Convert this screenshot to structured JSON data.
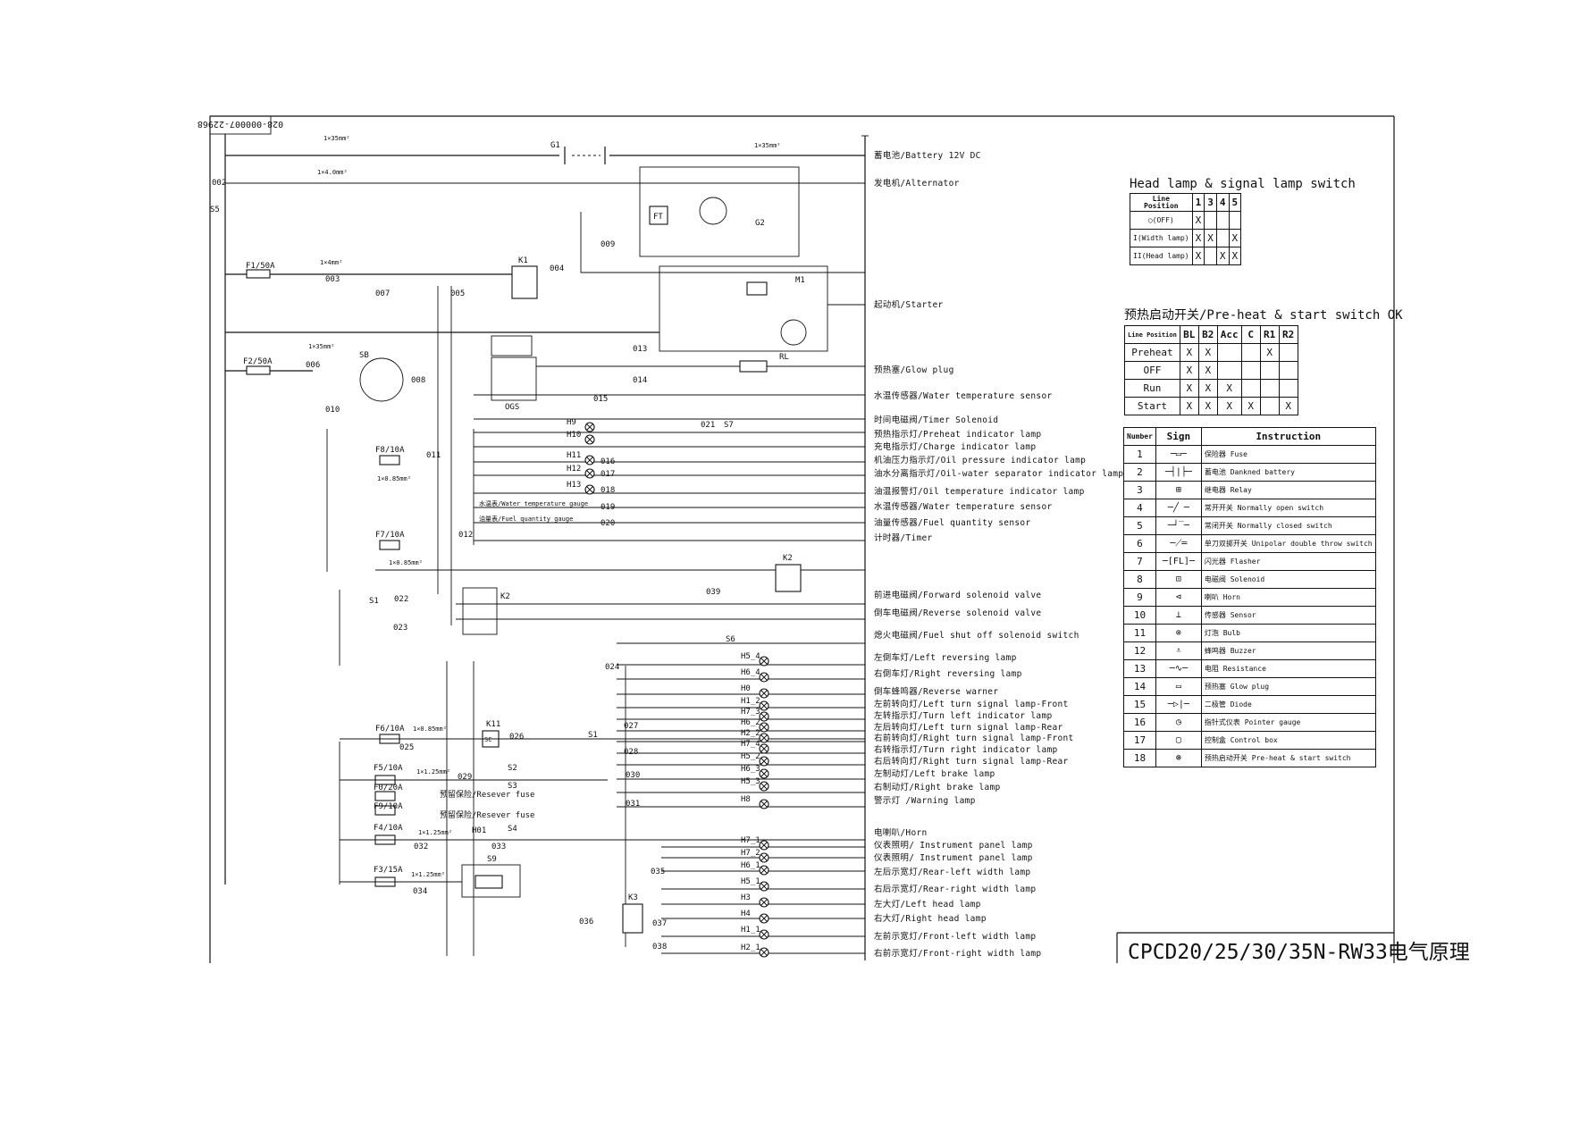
{
  "drawing": {
    "ref_number": "028-000007-22968",
    "title_block": "CPCD20/25/30/35N-RW33电气原理"
  },
  "components": {
    "battery": "G1",
    "alternator": "G2",
    "flasher_relay": "FT",
    "relay_k1": "K1",
    "starter_motor": "M1",
    "glow_plug": "RL",
    "key_switch": "SB",
    "switch_s5": "S5",
    "ogs": "OGS",
    "relay_k2": "K2",
    "relay_k3": "K3",
    "switch_s1": "S1",
    "switch_s2": "S2",
    "switch_s3": "S3",
    "switch_s4": "S4",
    "switch_s6": "S6",
    "switch_s7": "S7",
    "switch_s9": "S9",
    "horn": "H01",
    "k11": "K11",
    "sc": "SC"
  },
  "fuses": [
    {
      "id": "F1/50A"
    },
    {
      "id": "F2/50A"
    },
    {
      "id": "F8/10A"
    },
    {
      "id": "F7/10A"
    },
    {
      "id": "F6/10A"
    },
    {
      "id": "F5/10A"
    },
    {
      "id": "F0/20A"
    },
    {
      "id": "F9/10A"
    },
    {
      "id": "F4/10A"
    },
    {
      "id": "F3/15A"
    }
  ],
  "wire_specs": [
    "1×35mm²",
    "1×4.0mm²",
    "1×4mm²",
    "1×35mm²",
    "1×0.85mm²",
    "1×0.85mm²",
    "1×0.85mm²",
    "1×1.25mm²",
    "1×1.25mm²",
    "1×1.25mm²",
    "1×35mm²"
  ],
  "wires": [
    "002",
    "003",
    "004",
    "005",
    "006",
    "007",
    "008",
    "009",
    "010",
    "011",
    "012",
    "013",
    "014",
    "015",
    "016",
    "017",
    "018",
    "019",
    "020",
    "021",
    "022",
    "023",
    "024",
    "025",
    "026",
    "027",
    "028",
    "029",
    "030",
    "031",
    "032",
    "033",
    "034",
    "035",
    "036",
    "037",
    "038",
    "039"
  ],
  "loads": [
    {
      "label": "蓄电池/Battery 12V DC"
    },
    {
      "label": "发电机/Alternator"
    },
    {
      "label": "起动机/Starter"
    },
    {
      "label": "预热塞/Glow plug"
    },
    {
      "label": "水温传感器/Water temperature sensor"
    },
    {
      "label": "时间电磁阀/Timer Solenoid"
    },
    {
      "label": "预热指示灯/Preheat indicator lamp"
    },
    {
      "label": "充电指示灯/Charge indicator lamp"
    },
    {
      "label": "机油压力指示灯/Oil pressure indicator lamp"
    },
    {
      "label": "油水分离指示灯/Oil-water separator indicator lamp"
    },
    {
      "label": "油温报警灯/Oil temperature indicator lamp"
    },
    {
      "label": "水温传感器/Water temperature sensor"
    },
    {
      "label": "油量传感器/Fuel quantity sensor"
    },
    {
      "label": "计时器/Timer"
    },
    {
      "label": "前进电磁阀/Forward solenoid valve"
    },
    {
      "label": "倒车电磁阀/Reverse solenoid valve"
    },
    {
      "label": "熄火电磁阀/Fuel shut off solenoid switch"
    },
    {
      "label": "左倒车灯/Left reversing lamp"
    },
    {
      "label": "右倒车灯/Right reversing lamp"
    },
    {
      "label": "倒车蜂鸣器/Reverse warner"
    },
    {
      "label": "左前转向灯/Left turn signal lamp-Front"
    },
    {
      "label": "左转指示灯/Turn left indicator lamp"
    },
    {
      "label": "左后转向灯/Left turn signal lamp-Rear"
    },
    {
      "label": "右前转向灯/Right turn signal lamp-Front"
    },
    {
      "label": "右转指示灯/Turn right indicator lamp"
    },
    {
      "label": "右后转向灯/Right turn signal lamp-Rear"
    },
    {
      "label": "左制动灯/Left brake lamp"
    },
    {
      "label": "右制动灯/Right brake lamp"
    },
    {
      "label": "警示灯 /Warning  lamp"
    },
    {
      "label": "电喇叭/Horn"
    },
    {
      "label": "仪表照明/ Instrument panel lamp"
    },
    {
      "label": "仪表照明/ Instrument panel lamp"
    },
    {
      "label": "左后示宽灯/Rear-left width lamp"
    },
    {
      "label": "右后示宽灯/Rear-right width lamp"
    },
    {
      "label": "左大灯/Left head lamp"
    },
    {
      "label": "右大灯/Right head lamp"
    },
    {
      "label": "左前示宽灯/Front-left width lamp"
    },
    {
      "label": "右前示宽灯/Front-right width lamp"
    }
  ],
  "gauge_labels": [
    "水温表/Water temperature gauge",
    "油量表/Fuel quantity gauge"
  ],
  "reserve_fuses": [
    "预留保险/Resever fuse",
    "预留保险/Resever fuse"
  ],
  "lamps": [
    "H9",
    "H10",
    "H11",
    "H12",
    "H13",
    "H5_4",
    "H6_4",
    "H0",
    "H1_2",
    "H7_3",
    "H6_2",
    "H2_2",
    "H7_4",
    "H5_2",
    "H6_3",
    "H5_3",
    "H8",
    "H7_1",
    "H7_2",
    "H6_1",
    "H5_1",
    "H3",
    "H4",
    "H1_1",
    "H2_1"
  ],
  "headlamp_switch_table": {
    "title": "Head lamp & signal lamp switch",
    "header_corner_top": "Line",
    "header_corner_bottom": "Position",
    "columns": [
      "1",
      "3",
      "4",
      "5"
    ],
    "rows": [
      {
        "pos": "○(OFF)",
        "cells": [
          "X",
          "",
          "",
          ""
        ]
      },
      {
        "pos": "I(Width lamp)",
        "cells": [
          "X",
          "X",
          "",
          "X"
        ]
      },
      {
        "pos": "II(Head lamp)",
        "cells": [
          "X",
          "",
          "X",
          "X"
        ]
      }
    ]
  },
  "preheat_switch_table": {
    "title": "预热启动开关/Pre-heat & start switch  OK",
    "header_corner": "Line Position",
    "columns": [
      "BL",
      "B2",
      "Acc",
      "C",
      "R1",
      "R2"
    ],
    "rows": [
      {
        "pos": "Preheat",
        "cells": [
          "X",
          "X",
          "",
          "",
          "X",
          ""
        ]
      },
      {
        "pos": "OFF",
        "cells": [
          "X",
          "X",
          "",
          "",
          "",
          ""
        ]
      },
      {
        "pos": "Run",
        "cells": [
          "X",
          "X",
          "X",
          "",
          "",
          ""
        ]
      },
      {
        "pos": "Start",
        "cells": [
          "X",
          "X",
          "X",
          "X",
          "",
          "X"
        ]
      }
    ]
  },
  "legend_table": {
    "headers": [
      "Number",
      "Sign",
      "Instruction"
    ],
    "rows": [
      {
        "num": "1",
        "sign": "fuse-symbol",
        "text": "保险器  Fuse"
      },
      {
        "num": "2",
        "sign": "battery-symbol",
        "text": "蓄电池  Dankned battery"
      },
      {
        "num": "3",
        "sign": "relay-symbol",
        "text": "继电器  Relay"
      },
      {
        "num": "4",
        "sign": "normally-open-symbol",
        "text": "常开开关  Normally open switch"
      },
      {
        "num": "5",
        "sign": "normally-closed-symbol",
        "text": "常闭开关  Normally closed switch"
      },
      {
        "num": "6",
        "sign": "single-double-switch-symbol",
        "text": "单刀双掷开关  Unipolar double throw switch"
      },
      {
        "num": "7",
        "sign": "flasher-symbol",
        "text": "闪光器  Flasher"
      },
      {
        "num": "8",
        "sign": "solenoid-symbol",
        "text": "电磁阀  Solenoid"
      },
      {
        "num": "9",
        "sign": "horn-symbol",
        "text": "喇叭  Horn"
      },
      {
        "num": "10",
        "sign": "sensor-symbol",
        "text": "传感器  Sensor"
      },
      {
        "num": "11",
        "sign": "bulb-symbol",
        "text": "灯泡  Bulb"
      },
      {
        "num": "12",
        "sign": "buzzer-symbol",
        "text": "蜂鸣器  Buzzer"
      },
      {
        "num": "13",
        "sign": "resistance-symbol",
        "text": "电阻  Resistance"
      },
      {
        "num": "14",
        "sign": "glow-plug-symbol",
        "text": "预热塞  Glow plug"
      },
      {
        "num": "15",
        "sign": "diode-symbol",
        "text": "二极管  Diode"
      },
      {
        "num": "16",
        "sign": "pointer-gauge-symbol",
        "text": "指针式仪表  Pointer  gauge"
      },
      {
        "num": "17",
        "sign": "control-box-symbol",
        "text": "控制盒  Control box"
      },
      {
        "num": "18",
        "sign": "preheat-start-switch-symbol",
        "text": "预热启动开关  Pre-heat & start switch"
      }
    ]
  }
}
